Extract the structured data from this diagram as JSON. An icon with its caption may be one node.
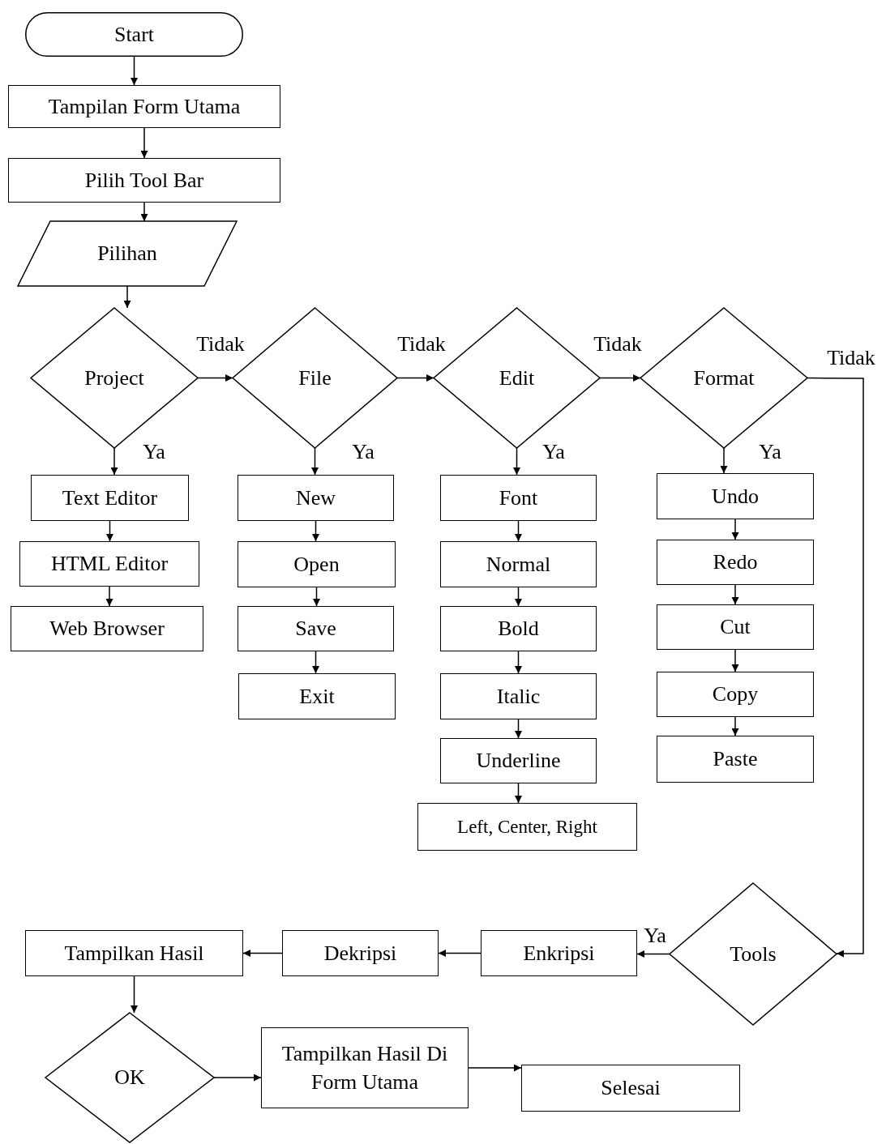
{
  "diagram": {
    "nodes": [
      {
        "text": [
          "Start"
        ]
      },
      {
        "text": [
          "Tampilan Form Utama"
        ]
      },
      {
        "text": [
          "Pilih Tool Bar"
        ]
      },
      {
        "text": [
          "Pilihan"
        ]
      },
      {
        "text": [
          "Project"
        ]
      },
      {
        "text": [
          "File"
        ]
      },
      {
        "text": [
          "Edit"
        ]
      },
      {
        "text": [
          "Format"
        ]
      },
      {
        "text": [
          "Text Editor"
        ]
      },
      {
        "text": [
          "HTML Editor"
        ]
      },
      {
        "text": [
          "Web Browser"
        ]
      },
      {
        "text": [
          "New"
        ]
      },
      {
        "text": [
          "Open"
        ]
      },
      {
        "text": [
          "Save"
        ]
      },
      {
        "text": [
          "Exit"
        ]
      },
      {
        "text": [
          "Font"
        ]
      },
      {
        "text": [
          "Normal"
        ]
      },
      {
        "text": [
          "Bold"
        ]
      },
      {
        "text": [
          "Italic"
        ]
      },
      {
        "text": [
          "Underline"
        ]
      },
      {
        "text": [
          "Left, Center, Right"
        ]
      },
      {
        "text": [
          "Undo"
        ]
      },
      {
        "text": [
          "Redo"
        ]
      },
      {
        "text": [
          "Cut"
        ]
      },
      {
        "text": [
          "Copy"
        ]
      },
      {
        "text": [
          "Paste"
        ]
      },
      {
        "text": [
          "Tools"
        ]
      },
      {
        "text": [
          "Enkripsi"
        ]
      },
      {
        "text": [
          "Dekripsi"
        ]
      },
      {
        "text": [
          "Tampilkan Hasil"
        ]
      },
      {
        "text": [
          "OK"
        ]
      },
      {
        "text": [
          "Tampilkan Hasil Di Form Utama"
        ]
      },
      {
        "text": [
          "Selesai"
        ]
      }
    ],
    "edges": [
      {
        "from": 0,
        "to": 1,
        "arrow": "to"
      },
      {
        "from": 1,
        "to": 2,
        "arrow": "to"
      },
      {
        "from": 2,
        "to": 3,
        "arrow": "to"
      },
      {
        "from": 3,
        "to": 4,
        "arrow": "to"
      },
      {
        "from": 4,
        "to": 5,
        "arrow": "to",
        "label": "Tidak"
      },
      {
        "from": 5,
        "to": 6,
        "arrow": "to",
        "label": "Tidak"
      },
      {
        "from": 6,
        "to": 7,
        "arrow": "to",
        "label": "Tidak"
      },
      {
        "from": 7,
        "to": 26,
        "arrow": "to",
        "label": "Tidak"
      },
      {
        "from": 4,
        "to": 8,
        "arrow": "to",
        "label": "Ya"
      },
      {
        "from": 8,
        "to": 9,
        "arrow": "to"
      },
      {
        "from": 9,
        "to": 10,
        "arrow": "to"
      },
      {
        "from": 5,
        "to": 11,
        "arrow": "to",
        "label": "Ya"
      },
      {
        "from": 11,
        "to": 12,
        "arrow": "to"
      },
      {
        "from": 12,
        "to": 13,
        "arrow": "to"
      },
      {
        "from": 13,
        "to": 14,
        "arrow": "to"
      },
      {
        "from": 6,
        "to": 15,
        "arrow": "to",
        "label": "Ya"
      },
      {
        "from": 15,
        "to": 16,
        "arrow": "to"
      },
      {
        "from": 16,
        "to": 17,
        "arrow": "to"
      },
      {
        "from": 17,
        "to": 18,
        "arrow": "to"
      },
      {
        "from": 18,
        "to": 19,
        "arrow": "to"
      },
      {
        "from": 19,
        "to": 20,
        "arrow": "to"
      },
      {
        "from": 7,
        "to": 21,
        "arrow": "to",
        "label": "Ya"
      },
      {
        "from": 21,
        "to": 22,
        "arrow": "to"
      },
      {
        "from": 22,
        "to": 23,
        "arrow": "to"
      },
      {
        "from": 23,
        "to": 24,
        "arrow": "to"
      },
      {
        "from": 24,
        "to": 25,
        "arrow": "to"
      },
      {
        "from": 26,
        "to": 27,
        "arrow": "to",
        "label": "Ya"
      },
      {
        "from": 27,
        "to": 28,
        "arrow": "to"
      },
      {
        "from": 28,
        "to": 29,
        "arrow": "to"
      },
      {
        "from": 29,
        "to": 30,
        "arrow": "to"
      },
      {
        "from": 30,
        "to": 31,
        "arrow": "to"
      },
      {
        "from": 31,
        "to": 32,
        "arrow": "to"
      }
    ]
  }
}
